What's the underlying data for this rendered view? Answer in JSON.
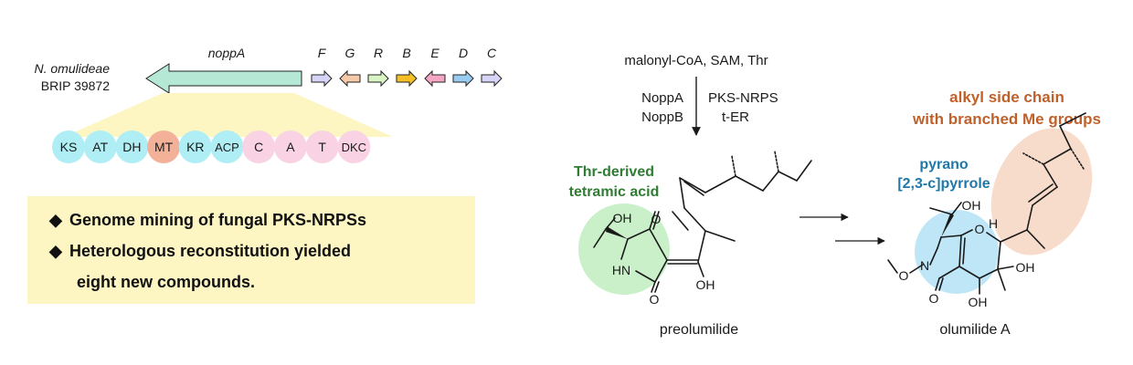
{
  "organism": {
    "species": "N. omulideae",
    "strain": "BRIP 39872"
  },
  "gene_cluster": {
    "main_gene": "noppA",
    "genes": [
      {
        "label": "F",
        "dir": "right",
        "color": "#d6d4f7"
      },
      {
        "label": "G",
        "dir": "left",
        "color": "#f6c9a9"
      },
      {
        "label": "R",
        "dir": "right",
        "color": "#d9f5c5"
      },
      {
        "label": "B",
        "dir": "right",
        "color": "#f7bf26"
      },
      {
        "label": "E",
        "dir": "left",
        "color": "#f5a6c4"
      },
      {
        "label": "D",
        "dir": "right",
        "color": "#98cdf1"
      },
      {
        "label": "C",
        "dir": "right",
        "color": "#d6d4f7"
      }
    ],
    "main_gene_color": "#b6e8d6"
  },
  "domains": [
    {
      "label": "KS",
      "color": "#aeeef4"
    },
    {
      "label": "AT",
      "color": "#aeeef4"
    },
    {
      "label": "DH",
      "color": "#aeeef4"
    },
    {
      "label": "MT",
      "color": "#f4b199"
    },
    {
      "label": "KR",
      "color": "#aeeef4"
    },
    {
      "label": "ACP",
      "color": "#aeeef4"
    },
    {
      "label": "C",
      "color": "#f9d3e3"
    },
    {
      "label": "A",
      "color": "#f9d3e3"
    },
    {
      "label": "T",
      "color": "#f9d3e3"
    },
    {
      "label": "DKC",
      "color": "#f9d3e3"
    }
  ],
  "highlights": {
    "bullets": [
      "Genome mining of fungal PKS-NRPSs",
      "Heterologous reconstitution yielded",
      "eight new compounds."
    ]
  },
  "scheme": {
    "substrates": "malonyl-CoA, SAM, Thr",
    "enzymes_left": [
      "NoppA",
      "NoppB"
    ],
    "enzymes_right": [
      "PKS-NRPS",
      "t-ER"
    ],
    "thr_label": [
      "Thr-derived",
      "tetramic acid"
    ],
    "intermediate_name": "preolumilide",
    "product_name": "olumilide A",
    "pyrano_label": [
      "pyrano",
      "[2,3-c]pyrrole"
    ],
    "side_chain_label": [
      "alkyl side chain",
      "with branched Me groups"
    ],
    "atoms": {
      "oh": "OH",
      "hn": "HN",
      "n": "N",
      "o": "O",
      "h": "H"
    }
  },
  "colors": {
    "callout_bg": "#fdf6c3",
    "green_label": "#2e7d32",
    "blue_label": "#1f78a8",
    "orange_label": "#c0602a",
    "green_circle": "#c9f0c9",
    "blue_circle": "#bfe6f7",
    "orange_circle": "#f8dccb"
  }
}
